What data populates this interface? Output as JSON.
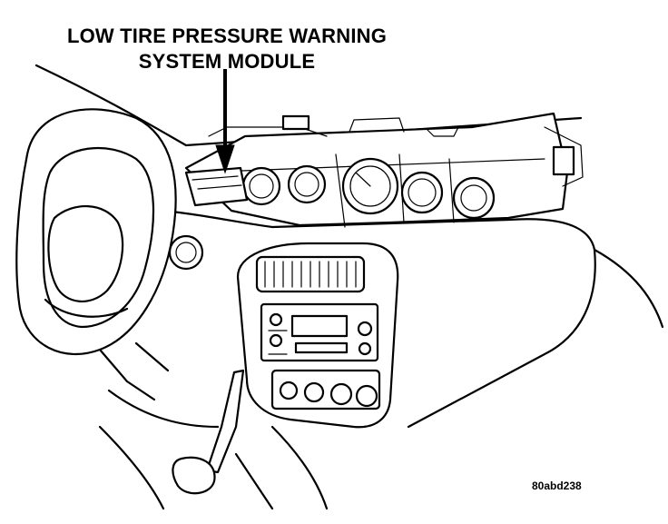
{
  "callout": {
    "line1": "LOW TIRE PRESSURE WARNING",
    "line2": "SYSTEM MODULE"
  },
  "figure_code": "80abd238"
}
